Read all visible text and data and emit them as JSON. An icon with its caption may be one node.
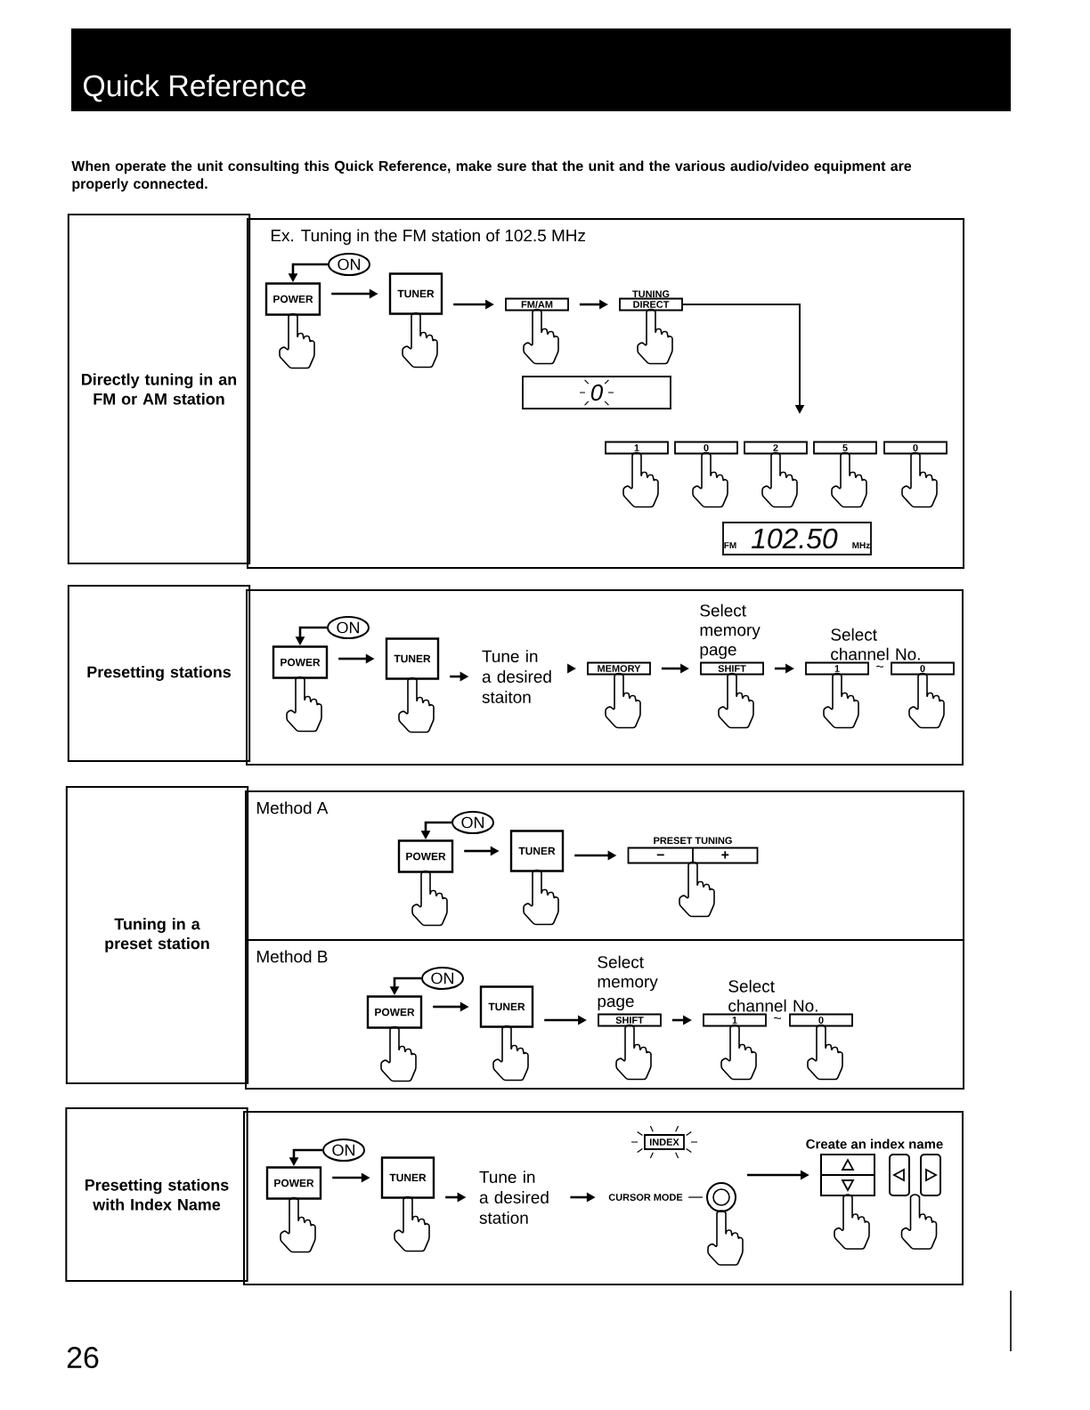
{
  "diagram": {
    "title": "Quick Reference",
    "nodes": [
      {
        "text": [
          "Directly tuning in an FM or AM station"
        ]
      },
      {
        "text": [
          "Ex. Tuning in the FM station of 102.5 MHz"
        ]
      },
      {
        "text": [
          "ON"
        ],
        "in": 1
      },
      {
        "text": [
          "POWER"
        ],
        "in": 1
      },
      {
        "text": [
          "TUNER"
        ],
        "in": 1
      },
      {
        "text": [
          "FM/AM"
        ],
        "in": 1
      },
      {
        "text": [
          "TUNING",
          "DIRECT"
        ],
        "in": 1
      },
      {
        "text": [
          "0"
        ],
        "in": 1
      },
      {
        "text": [
          "1"
        ],
        "in": 1
      },
      {
        "text": [
          "0"
        ],
        "in": 1
      },
      {
        "text": [
          "2"
        ],
        "in": 1
      },
      {
        "text": [
          "5"
        ],
        "in": 1
      },
      {
        "text": [
          "0"
        ],
        "in": 1
      },
      {
        "text": [
          "FM",
          "102.50",
          "MHz"
        ],
        "in": 1
      },
      {
        "text": [
          "Presetting stations"
        ]
      },
      {
        "text": [
          "ON"
        ]
      },
      {
        "text": [
          "POWER"
        ]
      },
      {
        "text": [
          "TUNER"
        ]
      },
      {
        "text": [
          "Tune in a desired staiton"
        ]
      },
      {
        "text": [
          "MEMORY"
        ]
      },
      {
        "text": [
          "Select memory page",
          "SHIFT"
        ]
      },
      {
        "text": [
          "1"
        ]
      },
      {
        "text": [
          "0"
        ]
      },
      {
        "text": [
          "Tuning in a preset station"
        ]
      },
      {
        "text": [
          "Method A"
        ]
      },
      {
        "text": [
          "ON"
        ],
        "in": 24
      },
      {
        "text": [
          "POWER"
        ],
        "in": 24
      },
      {
        "text": [
          "TUNER"
        ],
        "in": 24
      },
      {
        "text": [
          "PRESET TUNING",
          "−",
          "+"
        ],
        "in": 24
      },
      {
        "text": [
          "Method B"
        ]
      },
      {
        "text": [
          "ON"
        ],
        "in": 29
      },
      {
        "text": [
          "POWER"
        ],
        "in": 29
      },
      {
        "text": [
          "TUNER"
        ],
        "in": 29
      },
      {
        "text": [
          "Select memory page",
          "SHIFT"
        ],
        "in": 29
      },
      {
        "text": [
          "1"
        ],
        "in": 29
      },
      {
        "text": [
          "0"
        ],
        "in": 29
      },
      {
        "text": [
          "Presetting stations with Index Name"
        ]
      },
      {
        "text": [
          "ON"
        ]
      },
      {
        "text": [
          "POWER"
        ]
      },
      {
        "text": [
          "TUNER"
        ]
      },
      {
        "text": [
          "Tune in a desired station"
        ]
      },
      {
        "text": [
          "INDEX"
        ]
      },
      {
        "text": [
          "CURSOR MODE"
        ]
      },
      {
        "text": [],
        "shape": "circle"
      },
      {
        "text": [],
        "shape": "box"
      },
      {
        "text": [],
        "shape": "box"
      },
      {
        "text": [],
        "shape": "box"
      }
    ],
    "edges": [
      {
        "from": 2,
        "to": 3,
        "arrow": "to"
      },
      {
        "from": 3,
        "to": 4,
        "arrow": "to"
      },
      {
        "from": 4,
        "to": 5,
        "arrow": "to"
      },
      {
        "from": 5,
        "to": 6,
        "arrow": "to"
      },
      {
        "from": 6,
        "to": null,
        "arrow": "to"
      },
      {
        "from": 15,
        "to": 16,
        "arrow": "to"
      },
      {
        "from": 16,
        "to": 17,
        "arrow": "to"
      },
      {
        "from": 17,
        "to": 18,
        "arrow": "to"
      },
      {
        "from": 18,
        "to": 19,
        "arrow": "to"
      },
      {
        "from": 19,
        "to": 20,
        "arrow": "to"
      },
      {
        "from": 20,
        "to": 21,
        "arrow": "to"
      },
      {
        "from": 25,
        "to": 26,
        "arrow": "to"
      },
      {
        "from": 26,
        "to": 27,
        "arrow": "to"
      },
      {
        "from": 27,
        "to": 28,
        "arrow": "to"
      },
      {
        "from": 30,
        "to": 31,
        "arrow": "to"
      },
      {
        "from": 31,
        "to": 32,
        "arrow": "to"
      },
      {
        "from": 32,
        "to": 33,
        "arrow": "to"
      },
      {
        "from": 33,
        "to": 34,
        "arrow": "to"
      },
      {
        "from": 37,
        "to": 38,
        "arrow": "to"
      },
      {
        "from": 38,
        "to": 39,
        "arrow": "to"
      },
      {
        "from": 39,
        "to": 40,
        "arrow": "to"
      },
      {
        "from": 40,
        "to": 42,
        "arrow": "to"
      },
      {
        "from": 42,
        "to": 43,
        "arrow": "none"
      },
      {
        "from": 43,
        "to": 44,
        "arrow": "to"
      }
    ],
    "labels": [
      "When operate the unit consulting this Quick Reference, make sure that the unit and the various audio/video equipment are properly connected.",
      "Select channel No.",
      "~",
      "Select channel No.",
      "~",
      "Create an index name",
      "26"
    ]
  }
}
